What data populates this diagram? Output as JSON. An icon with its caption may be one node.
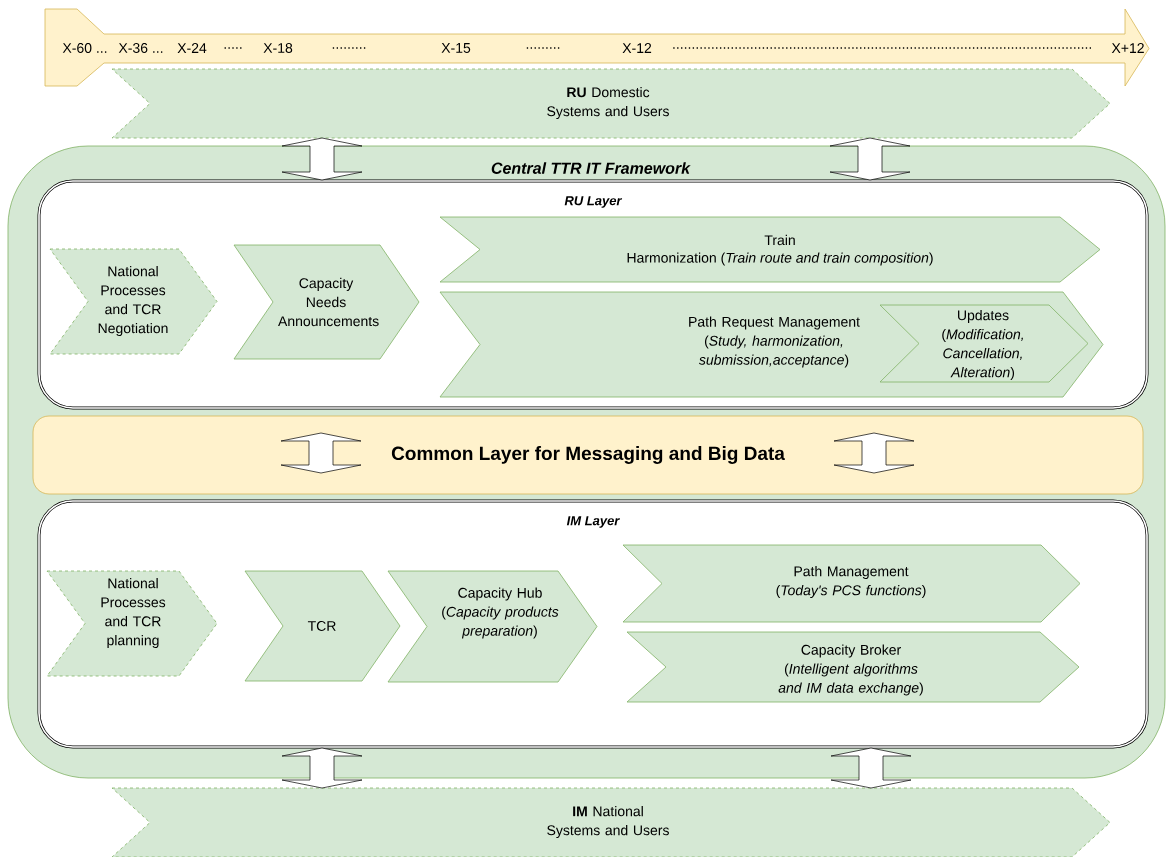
{
  "diagram": {
    "nodes": [
      {
        "text": [
          "X-60 ...",
          "X-36 ...",
          "X-24",
          ".....",
          "X-18",
          ".........",
          "X-15",
          ".........",
          "X-12",
          "............................................................................................................",
          "X+12"
        ]
      },
      {
        "text": [
          "**RU** Domestic Systems and Users"
        ]
      },
      {
        "text": [
          "Central TTR IT Framework"
        ]
      },
      {
        "text": [
          "RU Layer"
        ],
        "in": 2
      },
      {
        "text": [
          "National Processes and TCR Negotiation"
        ],
        "in": 3
      },
      {
        "text": [
          "Capacity Needs Announcements"
        ],
        "in": 3
      },
      {
        "text": [
          "Train",
          "Harmonization (*Train route and  train composition*)"
        ],
        "in": 3
      },
      {
        "text": [
          "Path Request Management (*Study, harmonization, submission,acceptance*)"
        ],
        "in": 3
      },
      {
        "text": [
          "Updates (*Modification, Cancellation, Alteration*)"
        ],
        "in": 7
      },
      {
        "text": [
          "Common Layer for Messaging and Big Data"
        ],
        "in": 2
      },
      {
        "text": [
          "IM Layer"
        ],
        "in": 2
      },
      {
        "text": [
          "National Processes and TCR planning"
        ],
        "in": 10
      },
      {
        "text": [
          "TCR"
        ],
        "in": 10
      },
      {
        "text": [
          "Capacity Hub (*Capacity products preparation*)"
        ],
        "in": 10
      },
      {
        "text": [
          "Path Management (*Today's PCS functions*)"
        ],
        "in": 10
      },
      {
        "text": [
          "Capacity Broker (*Intelligent algorithms and IM data exchange*)"
        ],
        "in": 10
      },
      {
        "text": [
          "**IM** National Systems and Users"
        ]
      }
    ],
    "edges": [
      {
        "from": 1,
        "to": 3,
        "arrow": "both"
      },
      {
        "from": 1,
        "to": 3,
        "arrow": "both"
      },
      {
        "from": 10,
        "to": 16,
        "arrow": "both"
      },
      {
        "from": 10,
        "to": 16,
        "arrow": "both"
      }
    ]
  }
}
